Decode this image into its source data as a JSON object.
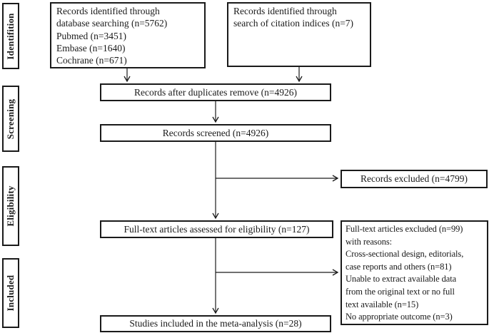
{
  "diagram": {
    "type": "prisma-flowchart",
    "colors": {
      "border": "#1a1a1a",
      "text": "#1a1a1a",
      "background": "#ffffff"
    },
    "stages": {
      "identification": "Identifition",
      "screening": "Screening",
      "eligibility": "Eligibility",
      "included": "Included"
    },
    "boxes": {
      "database_search": {
        "lines": [
          "Records identified through",
          "database searching (n=5762)",
          "Pubmed (n=3451)",
          "Embase (n=1640)",
          "Cochrane (n=671)"
        ]
      },
      "citation_search": {
        "lines": [
          "Records identified through",
          "search of citation indices (n=7)"
        ]
      },
      "duplicates_removed": {
        "text": "Records after duplicates remove (n=4926)"
      },
      "records_screened": {
        "text": "Records screened (n=4926)"
      },
      "records_excluded": {
        "text": "Records excluded (n=4799)"
      },
      "fulltext_assessed": {
        "text": "Full-text articles assessed for eligibility (n=127)"
      },
      "fulltext_excluded": {
        "lines": [
          "Full-text articles excluded (n=99)",
          "with reasons:",
          "Cross-sectional design, editorials,",
          "case reports and others (n=81)",
          "Unable to extract available data",
          "from the original text or no full",
          "text available (n=15)",
          "No appropriate outcome (n=3)"
        ]
      },
      "studies_included": {
        "text": "Studies included in the meta-analysis (n=28)"
      }
    }
  }
}
